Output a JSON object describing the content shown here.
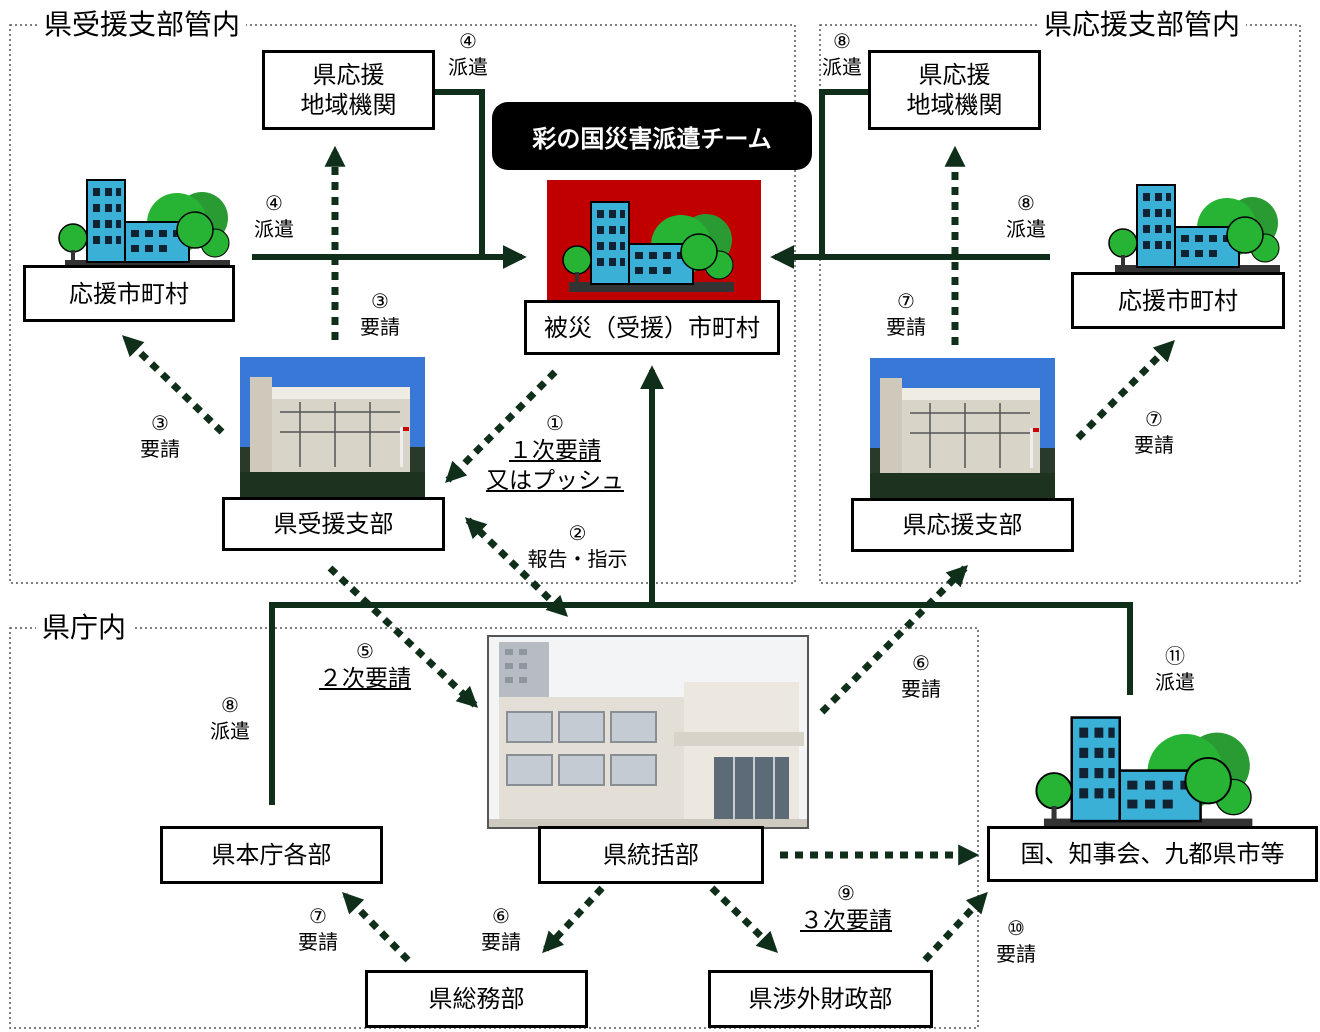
{
  "regions": {
    "receiving": "県受援支部管内",
    "supporting": "県応援支部管内",
    "prefectural_office": "県庁内"
  },
  "banner": "彩の国災害派遣チーム",
  "nodes": {
    "affected_city": "被災（受援）市町村",
    "support_city_left": "応援市町村",
    "support_city_right": "応援市町村",
    "support_agency_left": "県応援\n地域機関",
    "support_agency_right": "県応援\n地域機関",
    "receiving_branch": "県受援支部",
    "supporting_branch": "県応援支部",
    "hq": "県統括部",
    "honcho": "県本庁各部",
    "somu": "県総務部",
    "shogai": "県渉外財政部",
    "national": "国、知事会、九都県市等"
  },
  "labels": {
    "l4a": {
      "num": "④",
      "text": "派遣"
    },
    "l4b": {
      "num": "④",
      "text": "派遣"
    },
    "l8a": {
      "num": "⑧",
      "text": "派遣"
    },
    "l8b": {
      "num": "⑧",
      "text": "派遣"
    },
    "l3a": {
      "num": "③",
      "text": "要請"
    },
    "l3b": {
      "num": "③",
      "text": "要請"
    },
    "l7a": {
      "num": "⑦",
      "text": "要請"
    },
    "l7b": {
      "num": "⑦",
      "text": "要請"
    },
    "l1": {
      "num": "①",
      "line1": "１次要請",
      "line2": "又はプッシュ"
    },
    "l2": {
      "num": "②",
      "text": "報告・指示"
    },
    "l5": {
      "num": "⑤",
      "text": "２次要請"
    },
    "l6a": {
      "num": "⑥",
      "text": "要請"
    },
    "l6b": {
      "num": "⑥",
      "text": "要請"
    },
    "l8c": {
      "num": "⑧",
      "text": "派遣"
    },
    "l11": {
      "num": "⑪",
      "text": "派遣"
    },
    "l7c": {
      "num": "⑦",
      "text": "要請"
    },
    "l9": {
      "num": "⑨",
      "text": "３次要請"
    },
    "l10": {
      "num": "⑩",
      "text": "要請"
    }
  },
  "icons": [
    "building-tree-icon",
    "building-photo-icon"
  ],
  "colors": {
    "arrow": "#0f2f1a",
    "building": "#3ab0d6",
    "tree": "#27b333",
    "affected_bg": "#c00000"
  }
}
